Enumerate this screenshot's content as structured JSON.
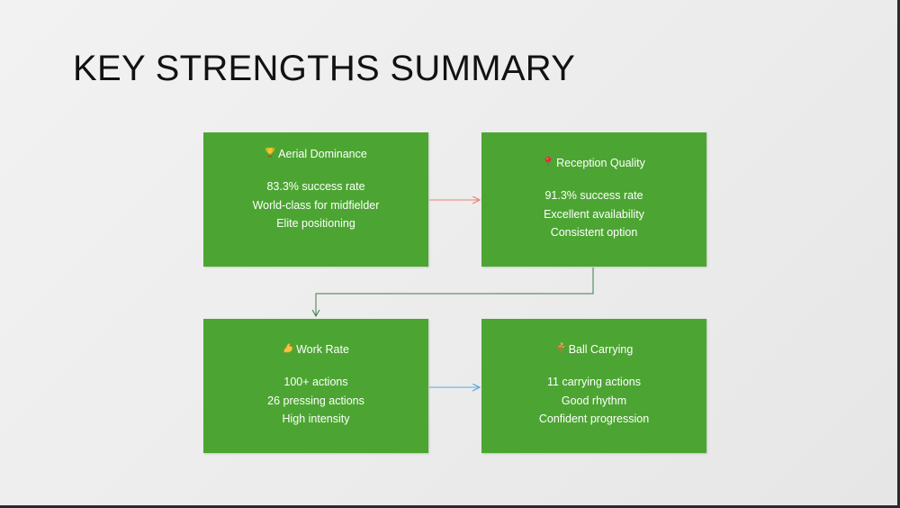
{
  "slide": {
    "title": "KEY STRENGTHS SUMMARY"
  },
  "cards": [
    {
      "icon": "trophy-icon",
      "heading": "Aerial Dominance",
      "lines": [
        "83.3% success rate",
        "World-class for midfielder",
        "Elite positioning"
      ]
    },
    {
      "icon": "pushpin-icon",
      "heading": "Reception Quality",
      "lines": [
        "91.3% success rate",
        "Excellent availability",
        "Consistent option"
      ]
    },
    {
      "icon": "flexed-biceps-icon",
      "heading": "Work Rate",
      "lines": [
        "100+ actions",
        "26 pressing actions",
        "High intensity"
      ]
    },
    {
      "icon": "running-person-icon",
      "heading": "Ball Carrying",
      "lines": [
        "11 carrying actions",
        "Good rhythm",
        "Confident progression"
      ]
    }
  ],
  "colors": {
    "card_fill": "#4ca532",
    "card_text": "#ffffff",
    "arrow_top": "#e8846a",
    "arrow_middle": "#3f7a4e",
    "arrow_bottom": "#5aa8d8"
  }
}
